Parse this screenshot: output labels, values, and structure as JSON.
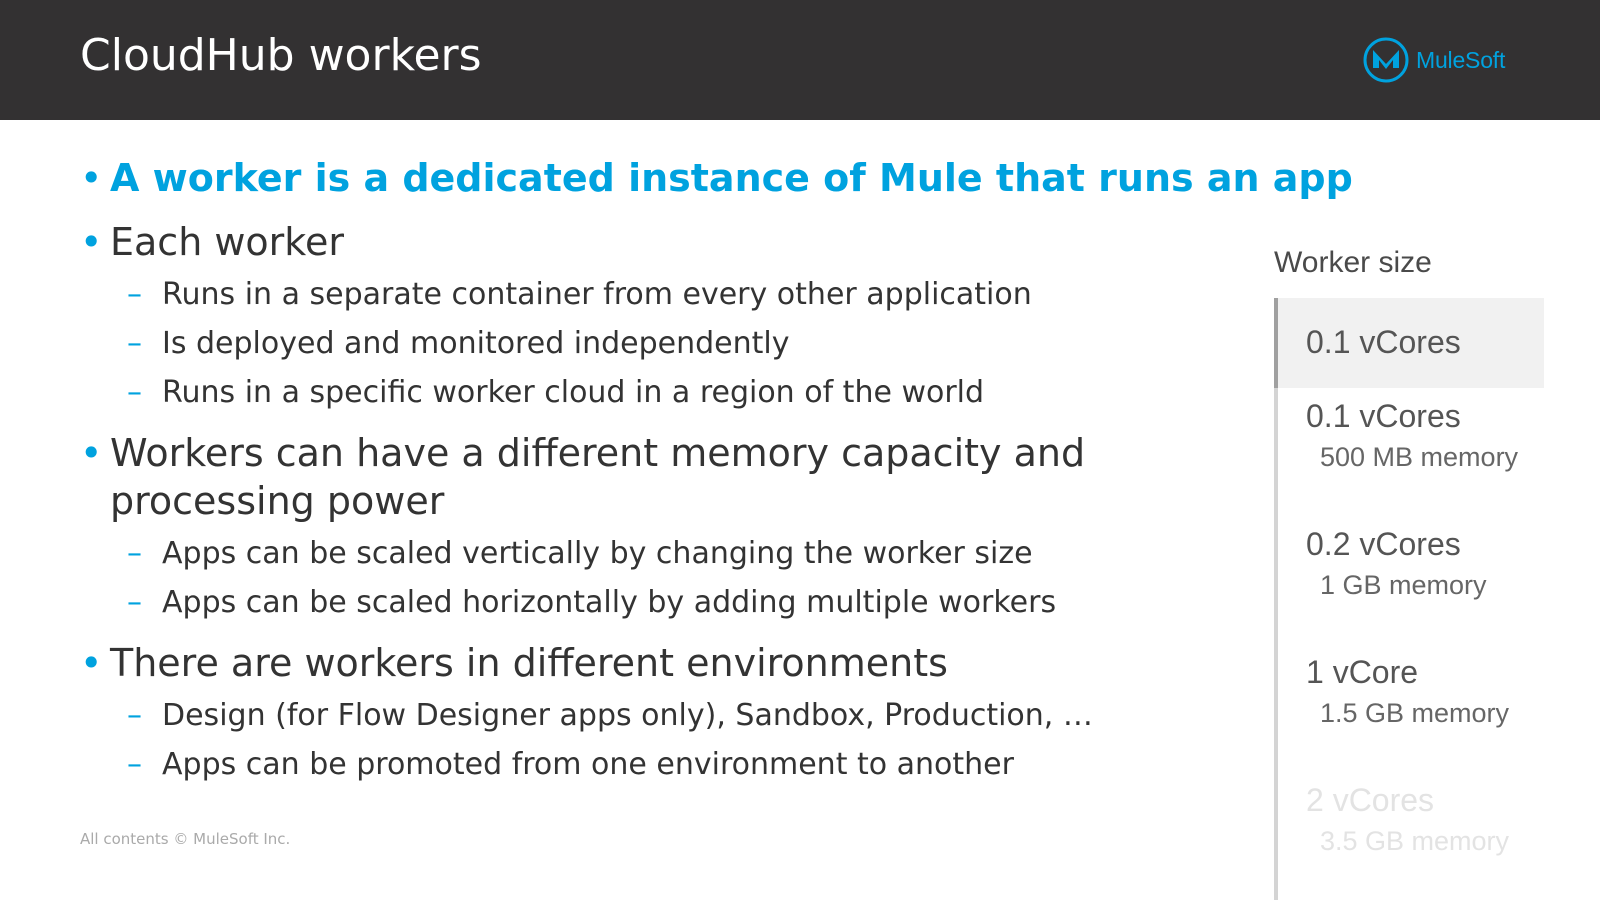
{
  "slide": {
    "title": "CloudHub workers",
    "logo_text": "MuleSoft",
    "bullet_glyph": "•",
    "dash_glyph": "–",
    "lead": "A worker is a dedicated instance of Mule that runs an app",
    "sections": [
      {
        "text": "Each worker",
        "subs": [
          "Runs in a separate container from every other application",
          "Is deployed and monitored independently",
          "Runs in a specific worker cloud in a region of the world"
        ]
      },
      {
        "text": "Workers can have a different memory capacity and processing power",
        "subs": [
          "Apps can be scaled vertically by changing the worker size",
          "Apps can be scaled horizontally by adding multiple workers"
        ]
      },
      {
        "text": "There are workers in different environments",
        "subs": [
          "Design (for Flow Designer apps only), Sandbox, Production, …",
          "Apps can be promoted from one environment to another"
        ]
      }
    ],
    "footer": "All contents © MuleSoft Inc."
  },
  "worker_size": {
    "title": "Worker size",
    "selected": "0.1 vCores",
    "options": [
      {
        "cores": "0.1 vCores",
        "memory": "500 MB memory"
      },
      {
        "cores": "0.2 vCores",
        "memory": "1 GB memory"
      },
      {
        "cores": "1 vCore",
        "memory": "1.5 GB memory"
      },
      {
        "cores": "2 vCores",
        "memory": "3.5 GB memory"
      }
    ]
  },
  "colors": {
    "accent": "#00a2df",
    "header_bg": "#333132",
    "text": "#333333"
  },
  "icons": {
    "logo": "mulesoft-logo-icon"
  }
}
